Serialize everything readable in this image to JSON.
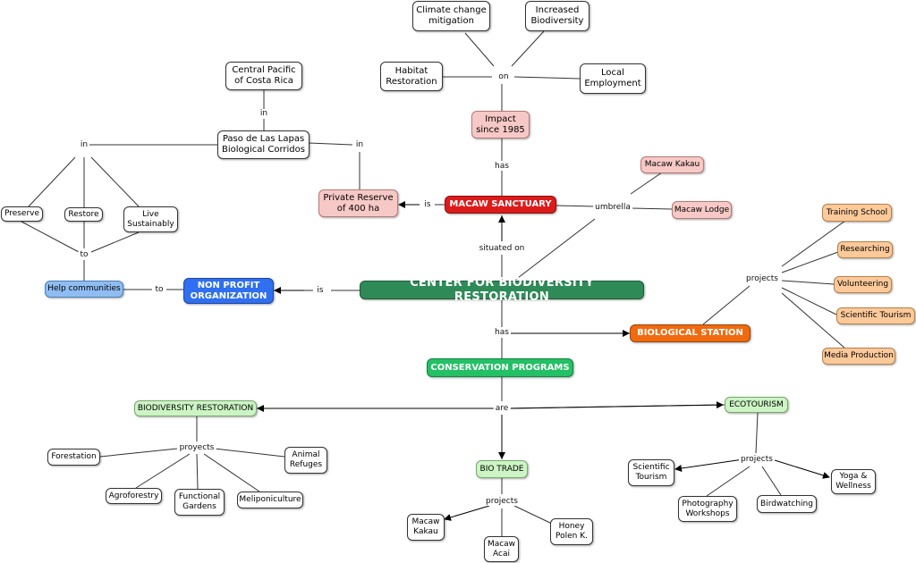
{
  "nodes": {
    "climate": "Climate change\nmitigation",
    "biodiversity": "Increased\nBiodiversity",
    "habitat": "Habitat\nRestoration",
    "employment": "Local\nEmployment",
    "central_pacific": "Central Pacific\nof Costa Rica",
    "impact": "Impact\nsince 1985",
    "paso": "Paso de Las Lapas\nBiological Corridos",
    "macaw_kakau": "Macaw Kakau",
    "private_reserve": "Private Reserve\nof 400 ha",
    "macaw_sanctuary": "MACAW SANCTUARY",
    "macaw_lodge": "Macaw Lodge",
    "training": "Training School",
    "preserve": "Preserve",
    "restore": "Restore",
    "live": "Live\nSustainably",
    "researching": "Researching",
    "help": "Help communities",
    "nonprofit": "NON PROFIT\nORGANIZATION",
    "center": "CENTER FOR BIODIVERSITY RESTORATION",
    "volunteering": "Volunteering",
    "sci_tourism": "Scientific Tourism",
    "bio_station": "BIOLOGICAL STATION",
    "media": "Media Production",
    "conservation": "CONSERVATION PROGRAMS",
    "bio_restoration": "BIODIVERSITY RESTORATION",
    "ecotourism": "ECOTOURISM",
    "forestation": "Forestation",
    "animal_refuges": "Animal\nRefuges",
    "agroforestry": "Agroforestry",
    "functional": "Functional\nGardens",
    "meliponiculture": "Meliponiculture",
    "scientific_tourism2": "Scientific\nTourism",
    "yoga": "Yoga &\nWellness",
    "bio_trade": "BIO TRADE",
    "photography": "Photography\nWorkshops",
    "birdwatching": "Birdwatching",
    "macaw_kakau2": "Macaw\nKakau",
    "honey": "Honey\nPolen K.",
    "macaw_acai": "Macaw\nAcai"
  },
  "links": {
    "on": "on",
    "in_central": "in",
    "in_left": "in",
    "in_right": "in",
    "has_impact": "has",
    "is_reserve": "is",
    "umbrella": "umbrella",
    "to_help": "to",
    "to_nonprofit": "to",
    "is_nonprofit": "is",
    "situated_on": "situated on",
    "projects_station": "projects",
    "has_station": "has",
    "are": "are",
    "proyects": "proyects",
    "projects_eco": "projects",
    "projects_trade": "projects"
  }
}
